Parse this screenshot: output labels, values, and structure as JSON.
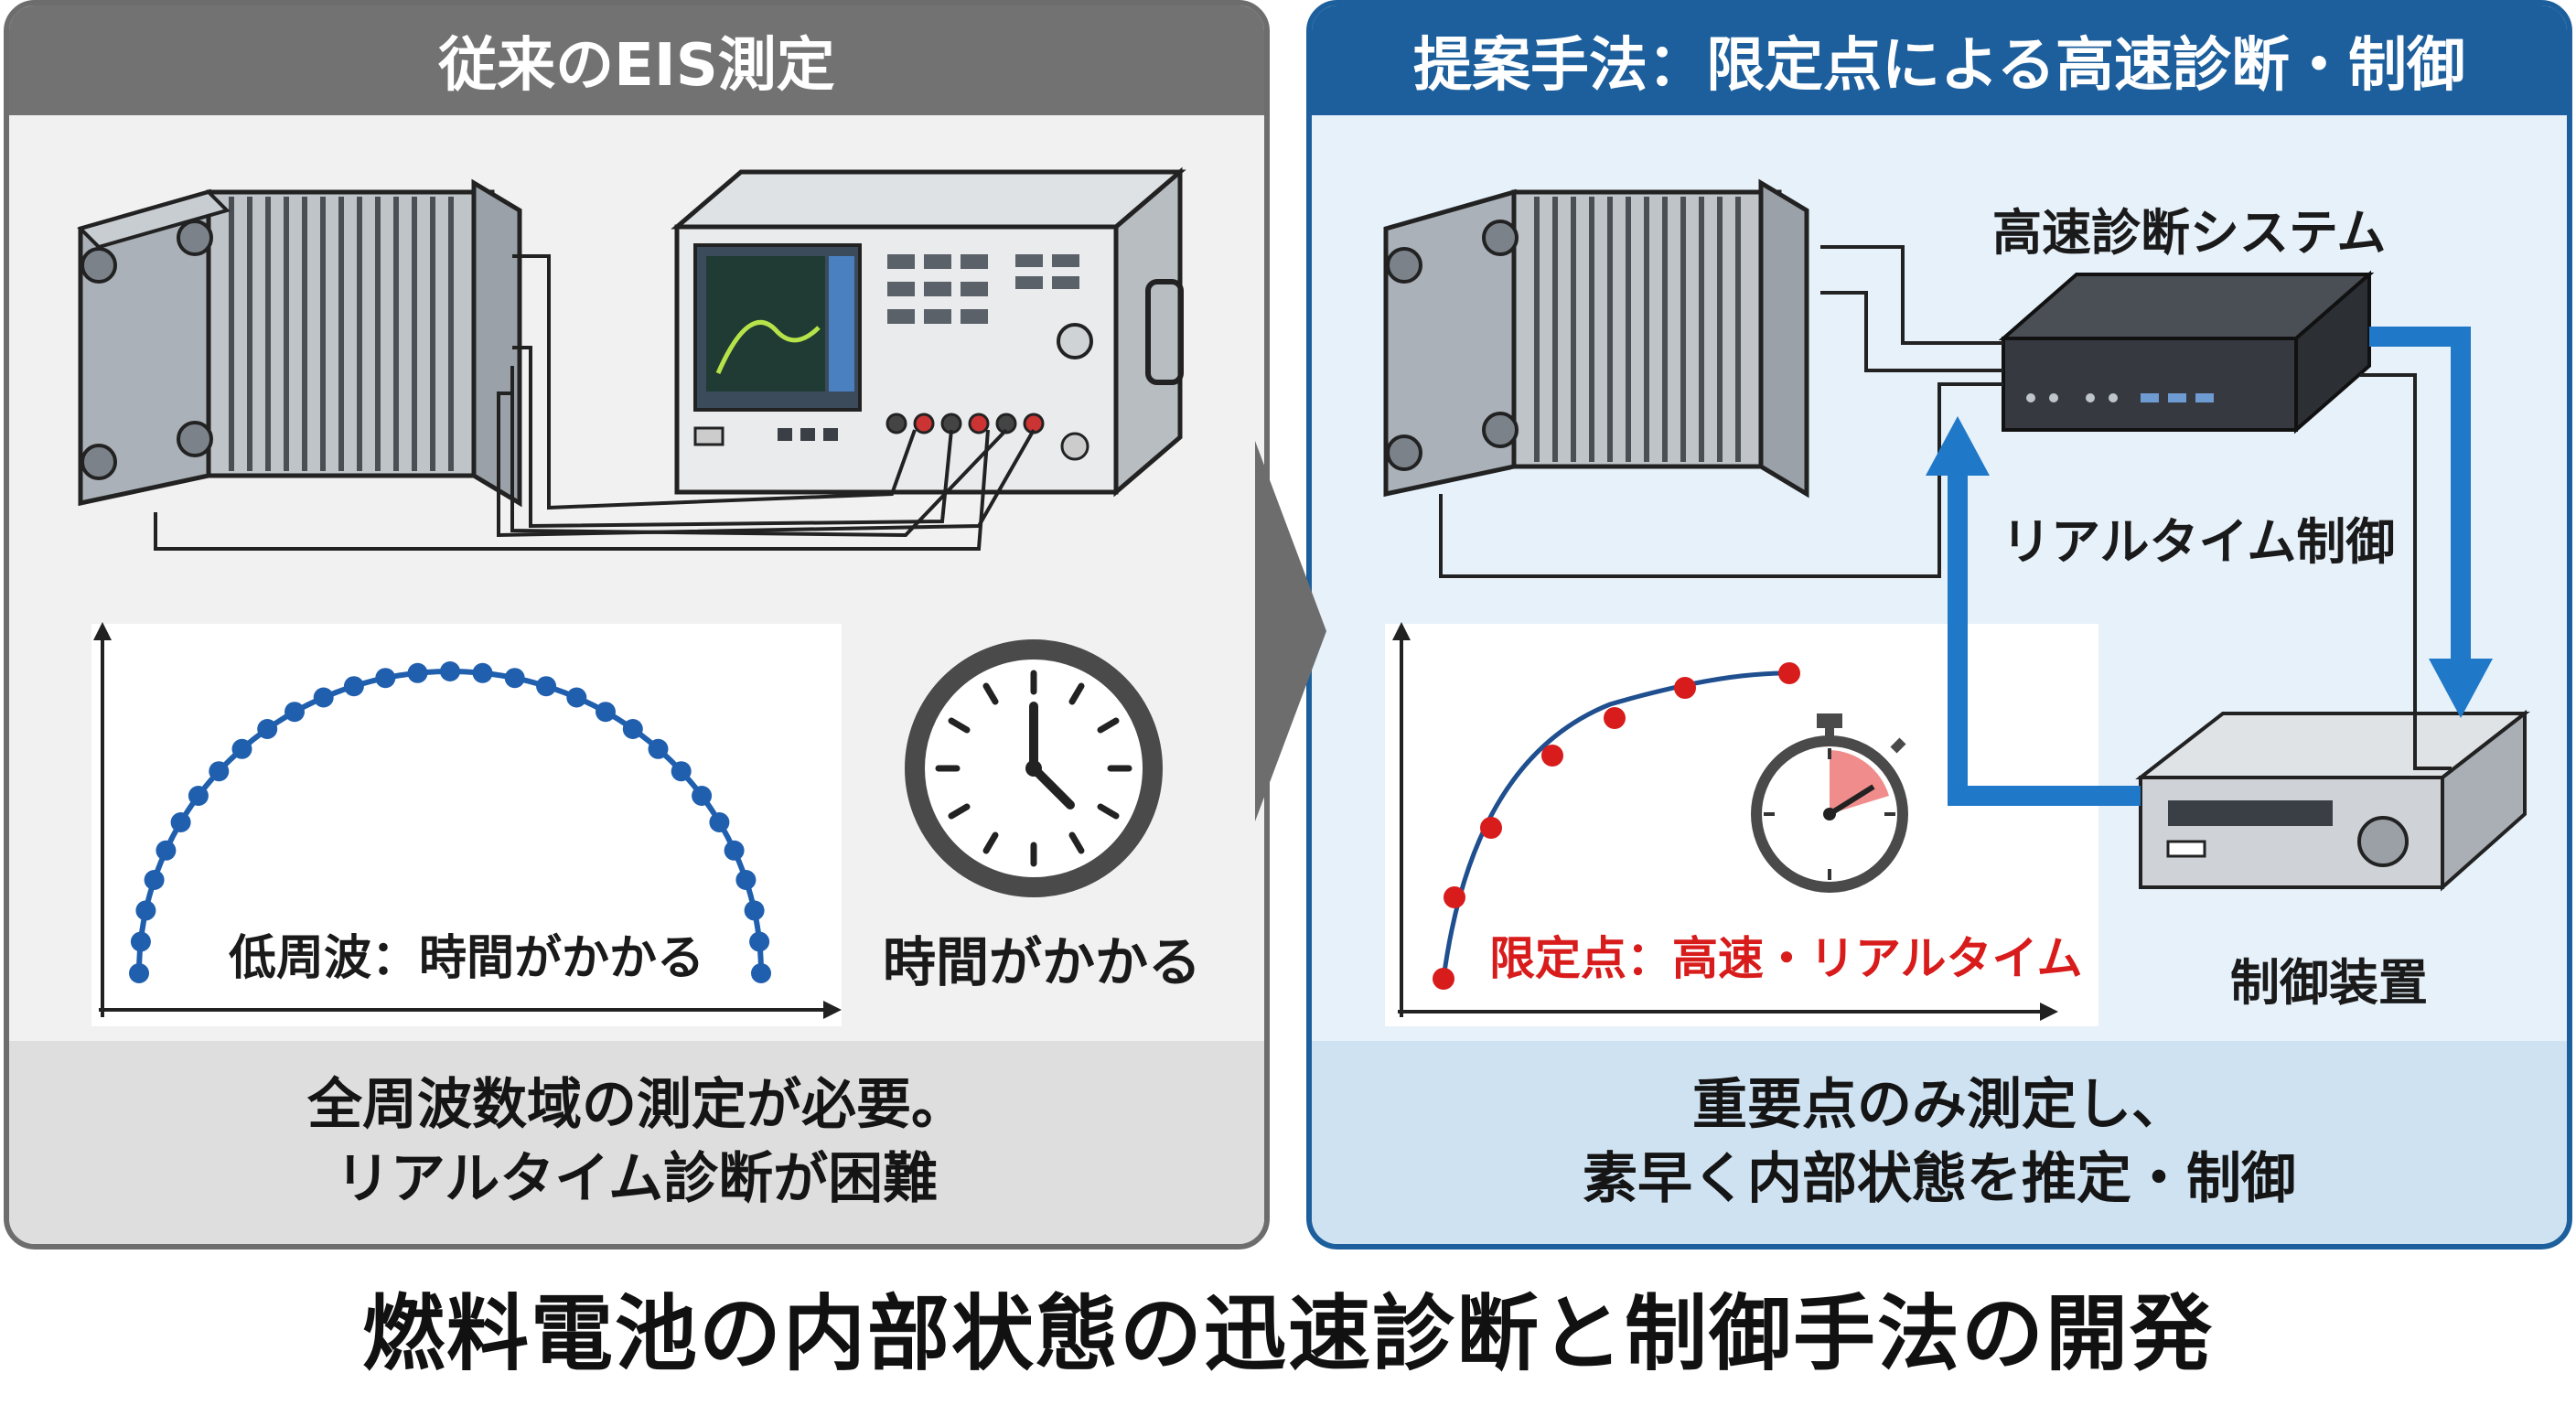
{
  "left_panel": {
    "title": "従来のEIS測定",
    "graph_label": "低周波：時間がかかる",
    "clock_label": "時間がかかる",
    "footer_line1": "全周波数域の測定が必要。",
    "footer_line2": "リアルタイム診断が困難"
  },
  "right_panel": {
    "title": "提案手法：限定点による高速診断・制御",
    "system_label": "高速診断システム",
    "realtime_label": "リアルタイム制御",
    "device_label": "制御装置",
    "graph_label": "限定点：高速・リアルタイム",
    "footer_line1": "重要点のみ測定し、",
    "footer_line2": "素早く内部状態を推定・制御"
  },
  "main_title": "燃料電池の内部状態の迅速診断と制御手法の開発",
  "colors": {
    "left_header": "#727272",
    "right_header": "#1c5f9c",
    "data_blue": "#1f5fae",
    "limited_red": "#d81b1b",
    "arrow_blue": "#1f78c8"
  },
  "icons": [
    "fuel-cell-stack-icon",
    "impedance-analyzer-icon",
    "clock-icon",
    "stopwatch-icon",
    "diagnosis-box-icon",
    "control-device-icon",
    "cycle-arrow-icon"
  ]
}
